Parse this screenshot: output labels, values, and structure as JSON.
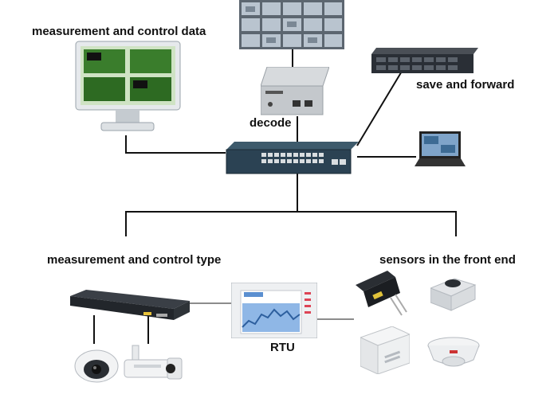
{
  "labels": {
    "measurement_data": "measurement and control data",
    "save_forward": "save and forward",
    "decode": "decode",
    "control_type": "measurement and control type",
    "sensors": "sensors in the front end",
    "rtu": "RTU"
  },
  "devices": {
    "video_wall": "video-wall",
    "monitor": "monitor",
    "decoder": "decoder",
    "storage_server": "storage-server",
    "network_switch": "network-switch",
    "laptop": "laptop",
    "dvr": "dvr",
    "dome_camera": "dome-camera",
    "bullet_camera": "bullet-camera",
    "rtu_panel": "rtu-panel",
    "humidity_sensor": "humidity-sensor",
    "temperature_sensor": "temperature-sensor",
    "room_sensor": "room-sensor",
    "smoke_detector": "smoke-detector"
  },
  "colors": {
    "wire": "#111111",
    "screen_green": "#3a7d2c",
    "dark_device": "#2a2f36",
    "rtu_screen": "#8fb7e6"
  }
}
